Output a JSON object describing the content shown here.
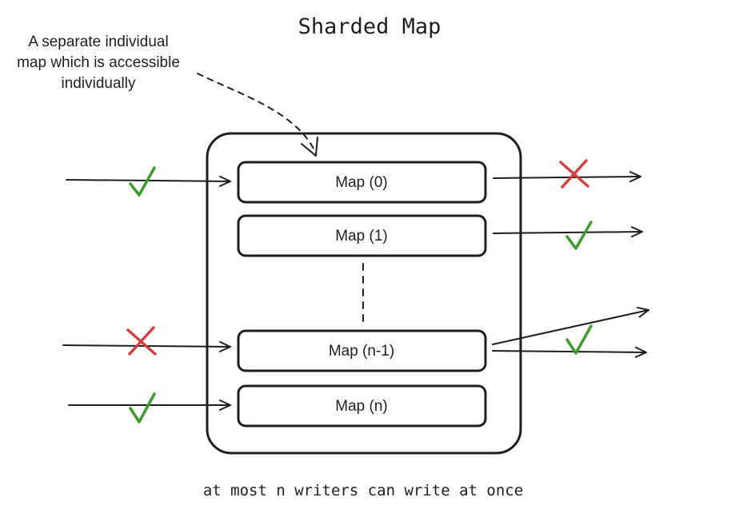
{
  "title": "Sharded Map",
  "annotation": {
    "lines": [
      "A separate individual",
      "map which is accessible",
      "individually"
    ]
  },
  "maps": [
    {
      "label": "Map (0)",
      "read_status": "error",
      "write_status": "ok"
    },
    {
      "label": "Map (1)",
      "read_status": "ok",
      "write_status": null
    },
    {
      "label": "Map (n-1)",
      "read_status": "ok",
      "write_status": "error"
    },
    {
      "label": "Map (n)",
      "read_status": null,
      "write_status": "ok"
    }
  ],
  "footer": "at most n writers can write at once",
  "colors": {
    "ink": "#1e1e1e",
    "ok": "#3d9a2b",
    "error": "#d23f3f"
  },
  "icons": {
    "ok": "check-icon",
    "error": "cross-icon"
  }
}
